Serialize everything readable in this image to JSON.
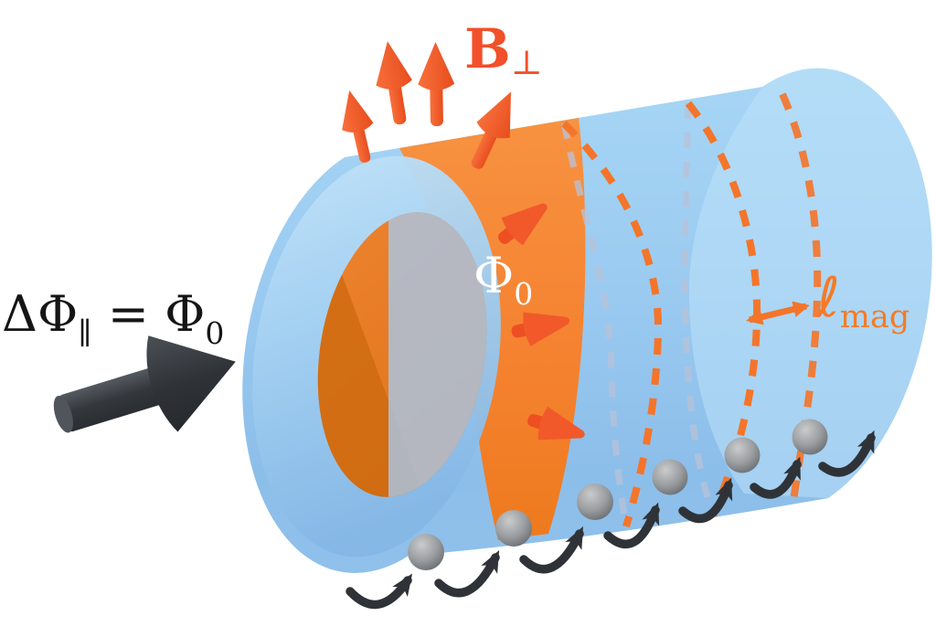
{
  "figure": {
    "description": "3D illustration of magnetic flux threading a translucent blue cylinder with an orange flux band",
    "background": "#ffffff",
    "labels": {
      "flux_equation": {
        "lhs": "ΔΦ",
        "lhs_sub": "∥",
        "mid": " = Φ",
        "rhs_sub": "0",
        "color": "#151515"
      },
      "b_perp": {
        "base": "B",
        "sub": "⊥",
        "color": "#f1502a"
      },
      "band_flux": {
        "base": "Φ",
        "sub": "0",
        "color": "#ffffff"
      },
      "mag_length": {
        "base": "ℓ",
        "sub": "mag",
        "color": "#f47b28"
      }
    },
    "colors": {
      "shell_blue": "#9bcbf1",
      "shell_blue_light": "#bfe3f9",
      "ring_face_blue": "#a3d0f1",
      "band_orange": "#f58230",
      "hole_orange": "#e8812f",
      "hole_shadow_orange": "#cd6a10",
      "field_arrow_orange": "#f2562c",
      "dash_orange": "#f4752a",
      "dash_back_lavender": "#b9c2d8",
      "input_arrow_dark": "#363b40",
      "electron_gray": "#8d8d8d",
      "hop_arrow_dark": "#2f3338"
    },
    "elements": {
      "field_arrows_count": 4,
      "spin_cones_count": 3,
      "dashed_rings_count": 3,
      "electrons_count": 6,
      "hop_arrows_count": 7
    }
  }
}
